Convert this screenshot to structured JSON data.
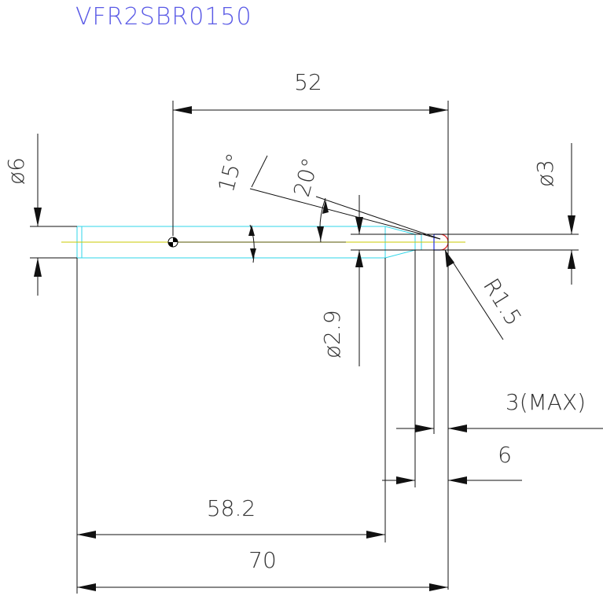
{
  "title": "VFR2SBR0150",
  "dimensions": {
    "d52": "52",
    "d58": "58.2",
    "d70": "70",
    "phi6": "ø6",
    "phi3": "ø3",
    "phi29": "ø2.9",
    "a15": "15°",
    "a20": "20°",
    "r15": "R1.5",
    "max3": "3(MAX)",
    "d6": "6"
  },
  "colors": {
    "title": "#5a5ae6",
    "tool_outline": "#2fd6e8",
    "center_axis": "#c9c900",
    "ball_red": "#e02020",
    "ball_blue": "#2030e0"
  }
}
